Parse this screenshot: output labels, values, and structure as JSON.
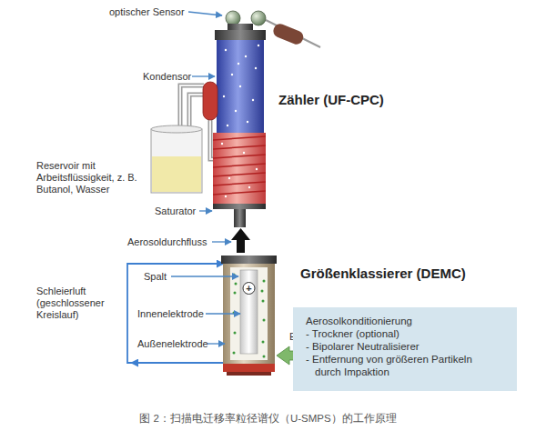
{
  "diagram": {
    "caption": "图 2：扫描电迁移率粒径谱仪（U-SMPS）的工作原理",
    "nodes": [
      {
        "text": [
          "Aerosolkonditionierung",
          "- Trockner (optional)",
          "- Bipolarer Neutralisierer",
          "- Entfernung von größeren Partikeln durch Impaktion"
        ]
      }
    ],
    "labels": [
      "optischer Sensor",
      "Kondensor",
      "Zähler (UF-CPC)",
      "Reservoir mit Arbeitsflüssigkeit, z. B. Butanol, Wasser",
      "Saturator",
      "Aerosoldurchfluss",
      "Spalt",
      "Größenklassierer (DEMC)",
      "Schleierluft (geschlossener Kreislauf)",
      "Innenelektrode",
      "Außenelektrode",
      "Einlass",
      "+"
    ]
  }
}
